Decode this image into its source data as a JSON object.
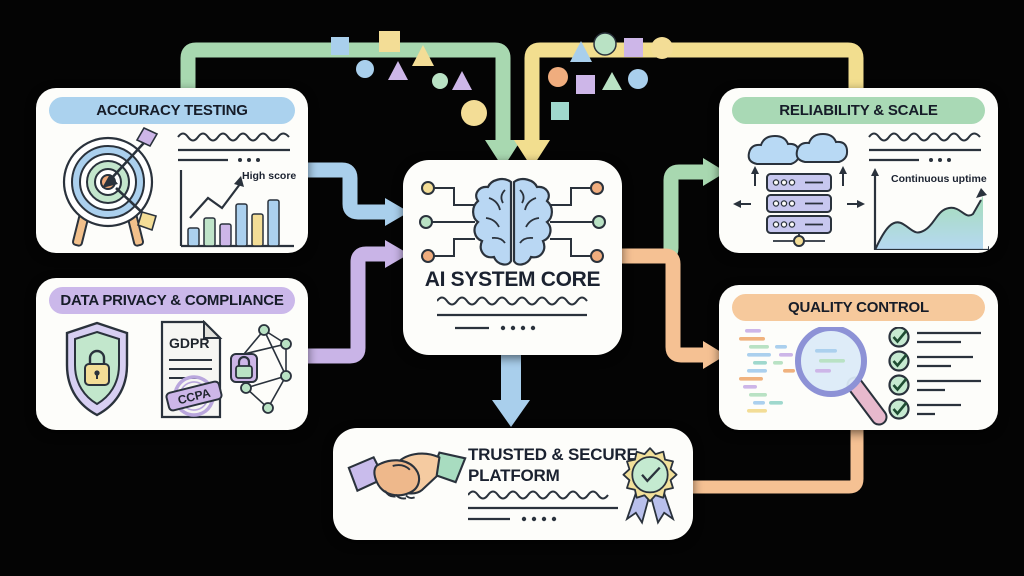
{
  "diagram": {
    "background": "#040404",
    "boxes": {
      "accuracy": {
        "title": "ACCURACY TESTING",
        "header_color": "#abd2ee",
        "chart_note": "High score"
      },
      "privacy": {
        "title": "DATA PRIVACY & COMPLIANCE",
        "header_color": "#cbb8ea",
        "document_label": "GDPR",
        "stamp_label": "CCPA"
      },
      "core": {
        "title": "AI SYSTEM CORE"
      },
      "reliability": {
        "title": "RELIABILITY & SCALE",
        "header_color": "#a9d9b5",
        "chart_note": "Continuous uptime"
      },
      "quality": {
        "title": "QUALITY CONTROL",
        "header_color": "#f6c99c"
      },
      "trusted": {
        "title": "TRUSTED & SECURE PLATFORM"
      }
    },
    "connections": [
      {
        "from": "accuracy-testing",
        "to": "ai-system-core",
        "shape": "pipe-arrow-down",
        "color": "#a8d8b0"
      },
      {
        "from": "reliability-scale",
        "to": "ai-system-core",
        "shape": "pipe-arrow-down",
        "color": "#f2de8f"
      },
      {
        "from": "accuracy-testing",
        "to": "ai-system-core",
        "shape": "elbow-arrow-right",
        "color": "#a9cfec"
      },
      {
        "from": "data-privacy-compliance",
        "to": "ai-system-core",
        "shape": "elbow-arrow-right",
        "color": "#c9b4e7"
      },
      {
        "from": "ai-system-core",
        "to": "reliability-scale",
        "shape": "elbow-arrow-right",
        "color": "#a8d8b0"
      },
      {
        "from": "ai-system-core",
        "to": "quality-control",
        "shape": "elbow-arrow-right",
        "color": "#f5c193"
      },
      {
        "from": "ai-system-core",
        "to": "trusted-secure-platform",
        "shape": "arrow-down",
        "color": "#a9cfec"
      },
      {
        "from": "quality-control",
        "to": "trusted-secure-platform",
        "shape": "pipe",
        "color": "#f5c193"
      }
    ],
    "icons": [
      "target-arrow-icon",
      "bar-chart-icon",
      "shield-lock-icon",
      "gdpr-document-icon",
      "ccpa-stamp-icon",
      "network-lock-icon",
      "brain-circuit-icon",
      "clouds-icon",
      "server-stack-icon",
      "uptime-chart-icon",
      "magnifier-code-icon",
      "checklist-icon",
      "handshake-icon",
      "award-badge-icon"
    ],
    "decorative_shape_colors": [
      "#a9cfec",
      "#f3dd96",
      "#cdb6e8",
      "#b9e2c4",
      "#f0ad7e",
      "#9fd8cd"
    ]
  }
}
